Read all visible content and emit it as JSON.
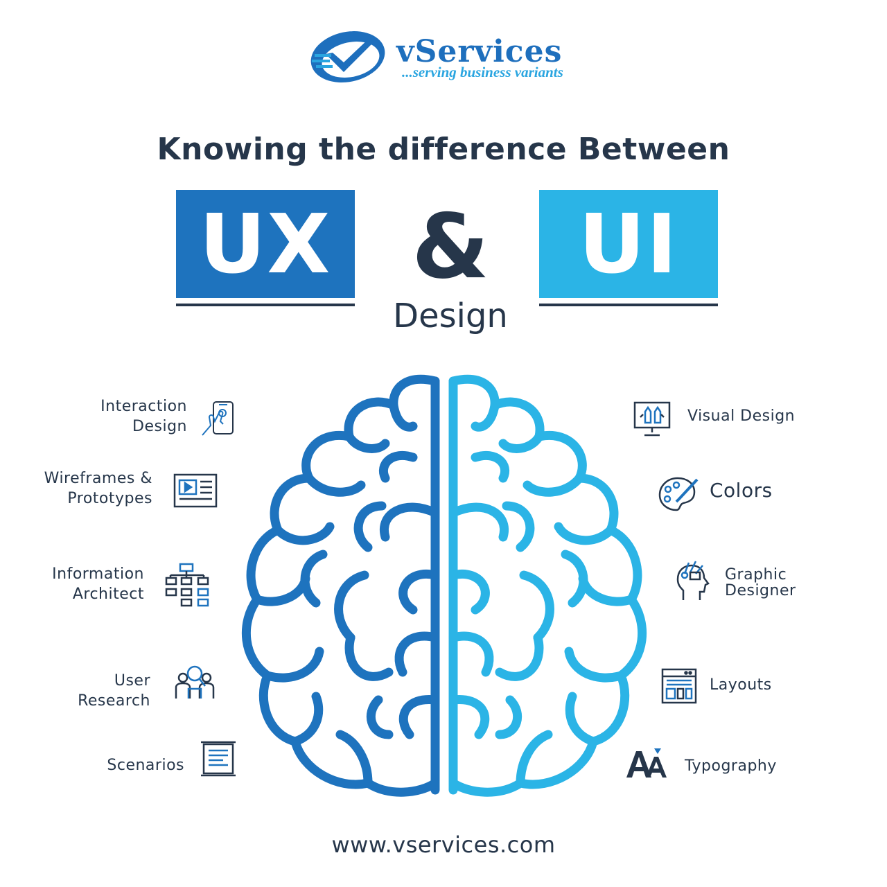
{
  "brand": {
    "name": "vServices",
    "tagline": "...serving business variants",
    "colors": {
      "dark_blue": "#1e73be",
      "light_blue": "#2bb4e6",
      "navy": "#26364a"
    }
  },
  "headline": "Knowing the difference Between",
  "terms": {
    "left": "UX",
    "connector": "&",
    "right": "UI",
    "suffix": "Design"
  },
  "ux_items": [
    {
      "label_lines": [
        "Interaction",
        "Design"
      ],
      "icon": "touchscreen-hand-icon"
    },
    {
      "label_lines": [
        "Wireframes &",
        "Prototypes"
      ],
      "icon": "wireframe-icon"
    },
    {
      "label_lines": [
        "Information",
        "Architect"
      ],
      "icon": "sitemap-icon"
    },
    {
      "label_lines": [
        "User",
        "Research"
      ],
      "icon": "user-research-icon"
    },
    {
      "label_lines": [
        "Scenarios"
      ],
      "icon": "scroll-icon"
    }
  ],
  "ui_items": [
    {
      "label_lines": [
        "Visual Design"
      ],
      "icon": "monitor-design-icon"
    },
    {
      "label_lines": [
        "Colors"
      ],
      "icon": "palette-icon"
    },
    {
      "label_lines": [
        "Graphic",
        "Designer"
      ],
      "icon": "creative-head-icon"
    },
    {
      "label_lines": [
        "Layouts"
      ],
      "icon": "layout-icon"
    },
    {
      "label_lines": [
        "Typography"
      ],
      "icon": "typography-icon"
    }
  ],
  "website": "www.vservices.com"
}
